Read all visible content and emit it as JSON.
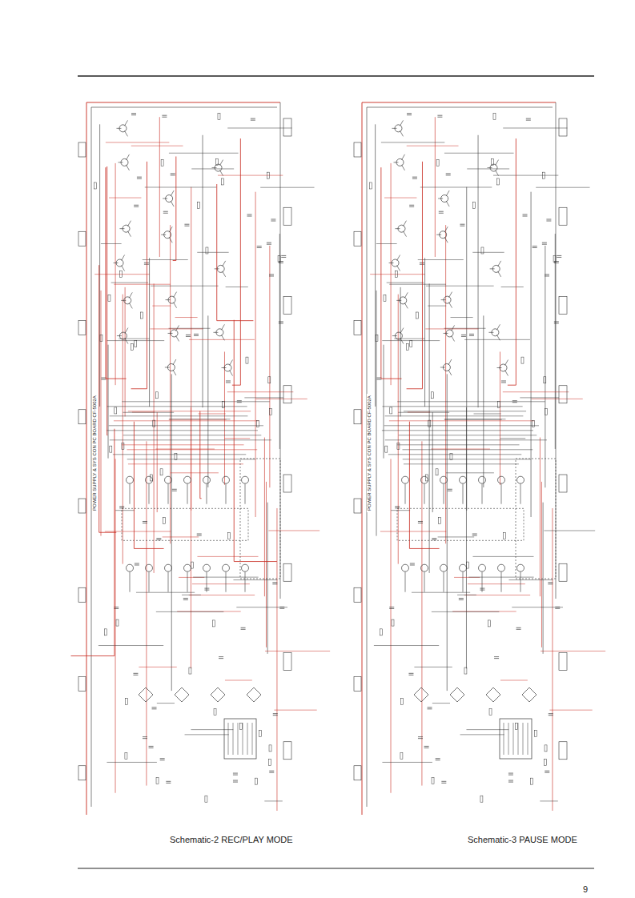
{
  "diagram": {
    "labels": [
      "POWER SUPPLY & SYS CON PC BOARD CF-5002A",
      "POWER SUPPLY & SYS CON PC BOARD CF-5002A",
      "Schematic-2   REC/PLAY MODE",
      "Schematic-3   PAUSE MODE",
      "9"
    ]
  }
}
